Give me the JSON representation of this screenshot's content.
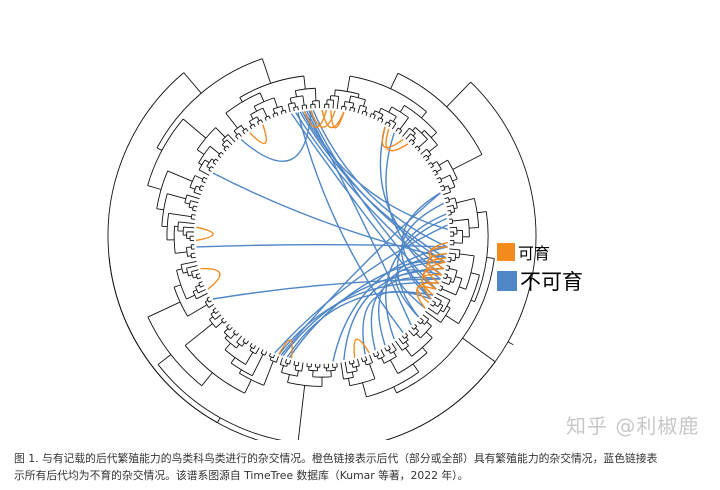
{
  "legend": [
    {
      "label": "可育",
      "color": "#f28a1e"
    },
    {
      "label": "不可育",
      "color": "#4f86c6"
    }
  ],
  "caption": {
    "line1": "图 1. 与有记载的后代繁殖能力的鸟类科鸟类进行的杂交情况。橙色链接表示后代（部分或全部）具有繁殖能力的杂交情况，蓝色链接表",
    "line2": "示所有后代均为不育的杂交情况。该谱系图源自 TimeTree 数据库（Kumar 等著，2022 年）。"
  },
  "watermark": "知乎 @利椒鹿"
}
